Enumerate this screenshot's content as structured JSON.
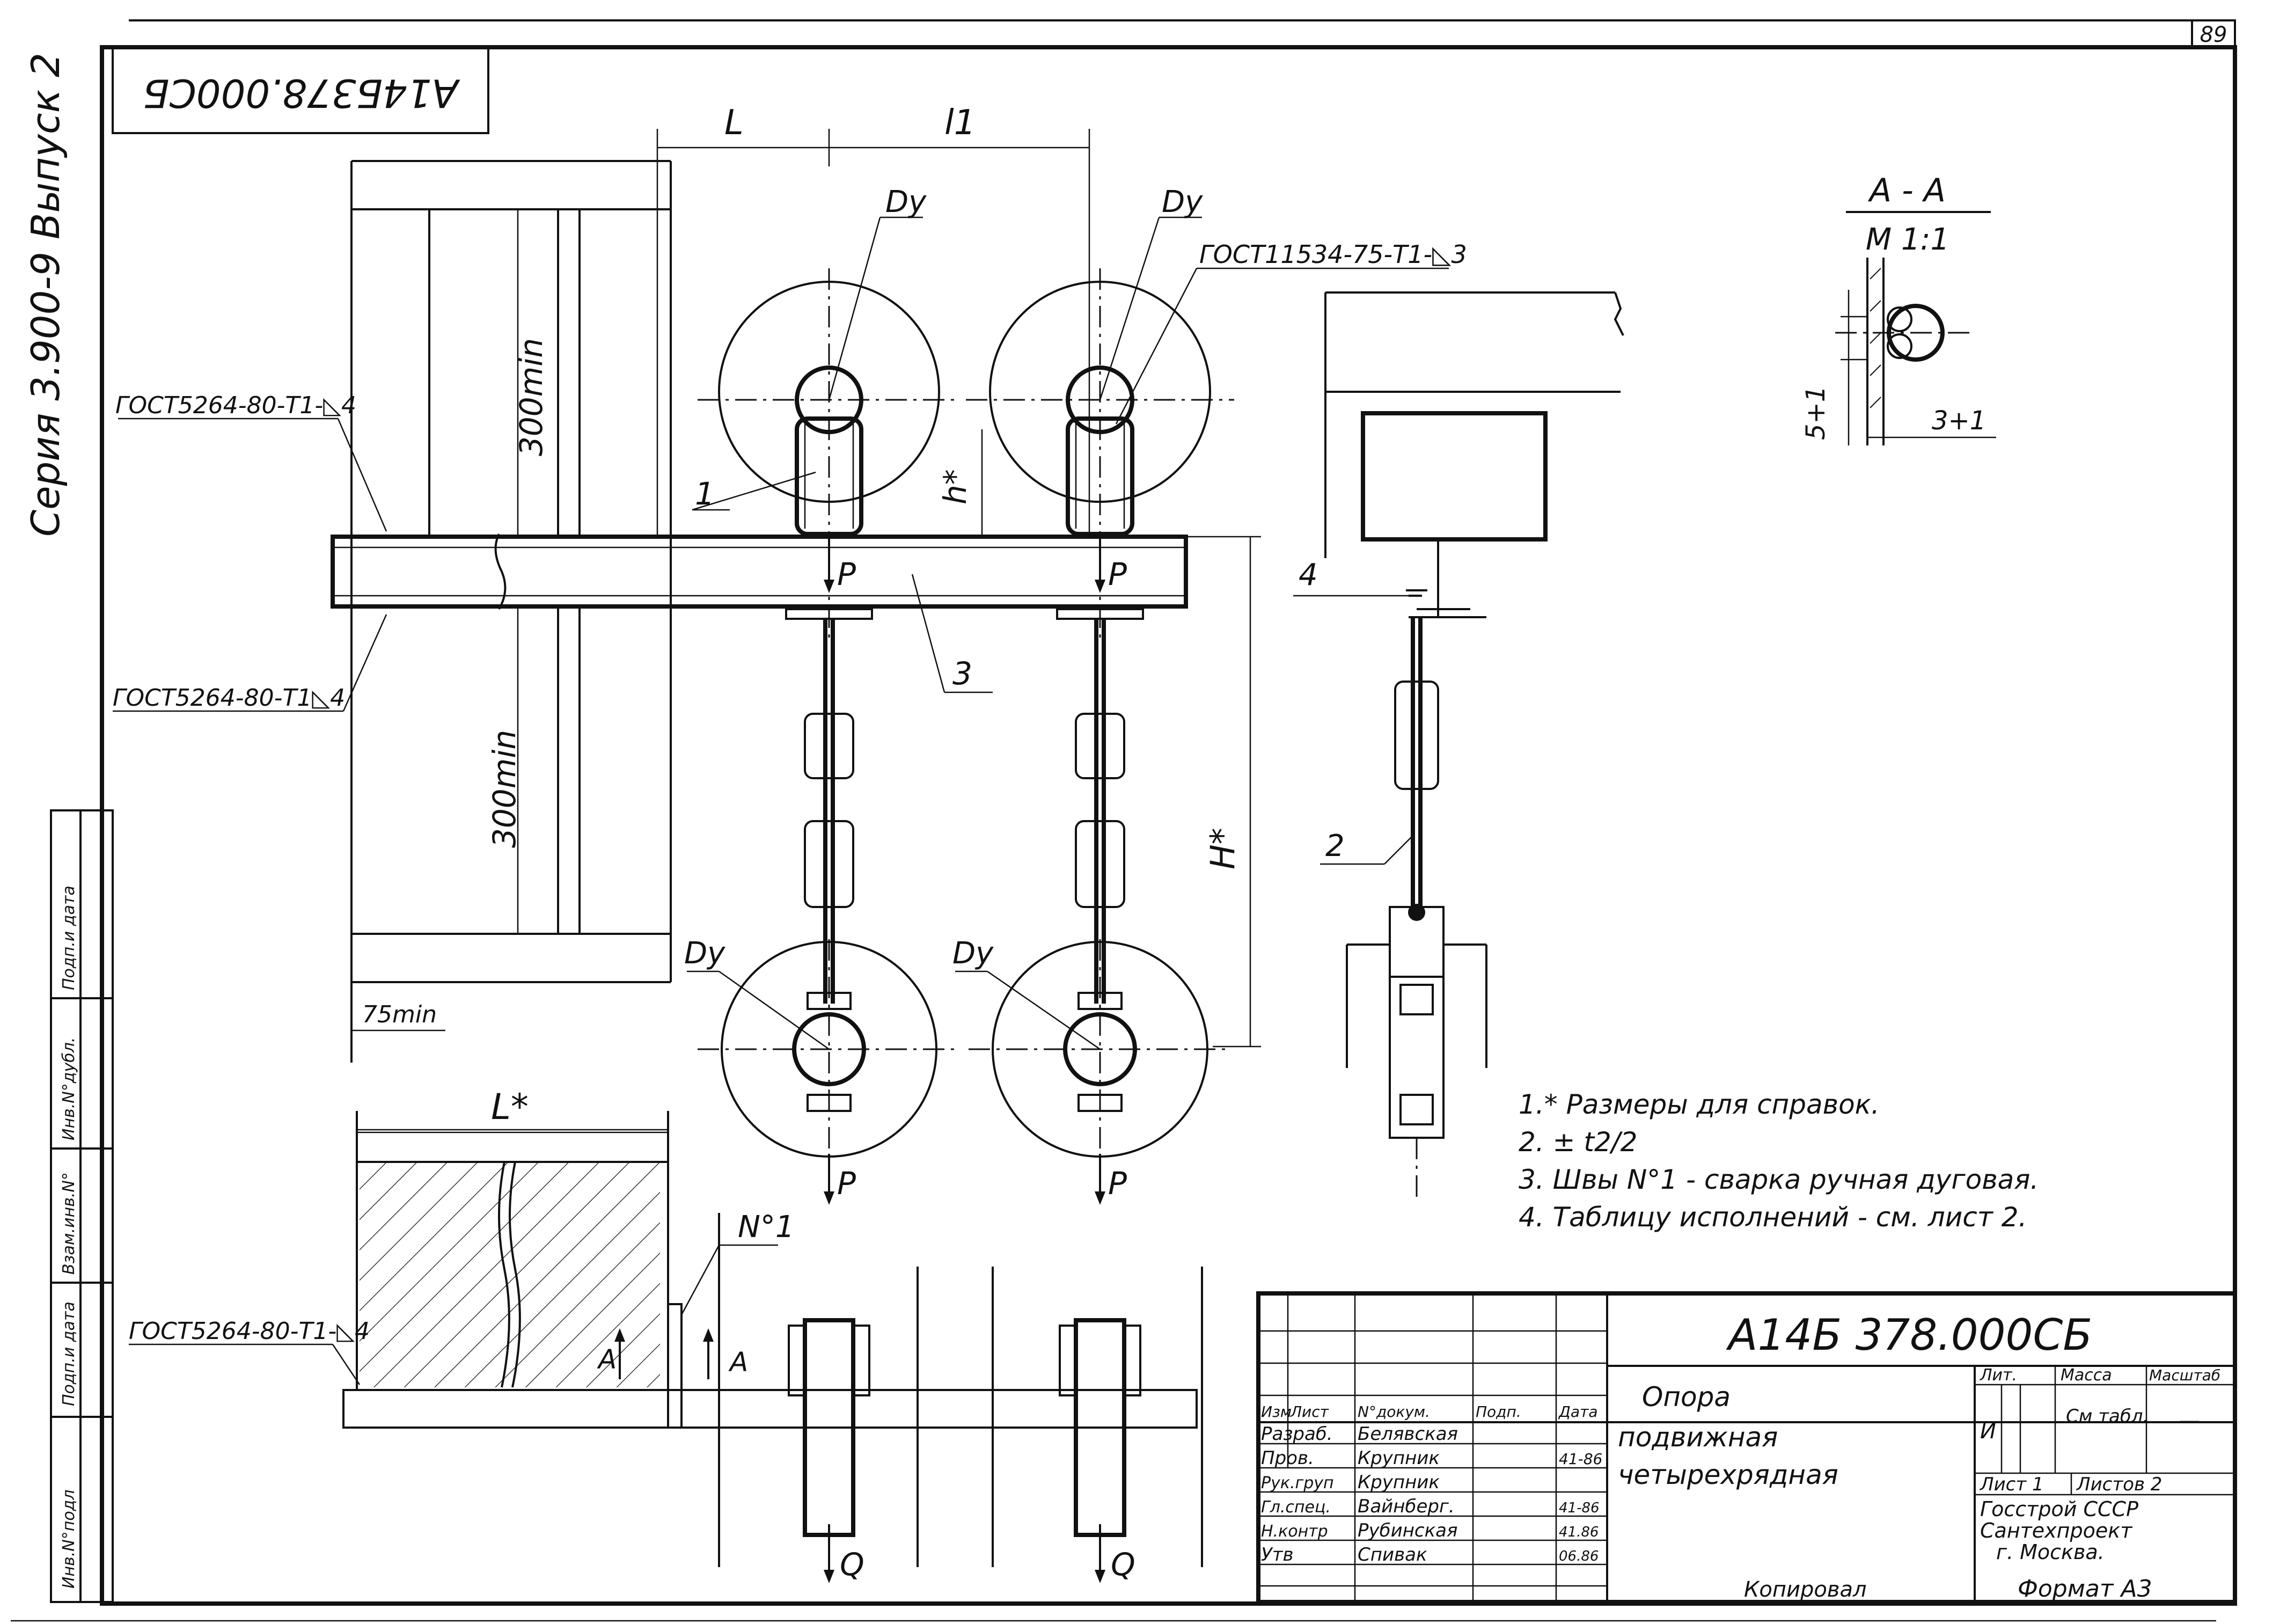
{
  "sheet": {
    "page_number": "89",
    "stamp_code": "A14Б378.000СБ",
    "series_text": "Серия 3.900-9 Выпуск 2",
    "doc_code": "А14Б 378.000СБ",
    "format": "Формат A3",
    "copied_label": "Копировал"
  },
  "labels": {
    "L": "L",
    "l1": "l1",
    "Dy": "Dy",
    "L_star": "L*",
    "H_star": "H*",
    "h_star": "h*",
    "P": "P",
    "Q": "Q",
    "A": "A",
    "n1": "N°1",
    "dim_300min": "300min",
    "dim_75min": "75min",
    "part_1": "1",
    "part_2": "2",
    "part_3": "3",
    "part_4": "4",
    "weld_1": "ГОСТ5264-80-Т1-◺4",
    "weld_2": "ГОСТ5264-80-Т1◺4",
    "weld_3": "ГОСТ5264-80-Т1-◺4",
    "weld_4": "ГОСТ11534-75-Т1-◺3",
    "section_title": "А - А",
    "section_scale": "М 1:1",
    "sec_dim1": "5+1",
    "sec_dim2": "3+1"
  },
  "notes": [
    "1.* Размеры для справок.",
    "2. ± t2/2",
    "3. Швы N°1 - сварка ручная дуговая.",
    "4. Таблицу исполнений - см. лист 2."
  ],
  "title_block": {
    "header": [
      "Изм",
      "Лист",
      "N°докум.",
      "Подп.",
      "Дата"
    ],
    "rows": [
      {
        "role": "Разраб.",
        "name": "Белявская",
        "date": ""
      },
      {
        "role": "Пров.",
        "name": "Крупник",
        "date": "41-86"
      },
      {
        "role": "Рук.груп",
        "name": "Крупник",
        "date": ""
      },
      {
        "role": "Гл.спец.",
        "name": "Вайнберг.",
        "date": "41-86"
      },
      {
        "role": "Н.контр",
        "name": "Рубинская",
        "date": "41.86"
      },
      {
        "role": "Утв",
        "name": "Спивак",
        "date": "06.86"
      }
    ],
    "name_line1": "Опора",
    "name_line2": "подвижная",
    "name_line3": "четырехрядная",
    "lit_label": "Лит.",
    "mass_label": "Масса",
    "scale_label": "Масштаб",
    "lit_value": "И",
    "mass_value": "См табл.",
    "scale_value": "—",
    "sheet_label": "Лист 1",
    "sheets_label": "Листов 2",
    "org1": "Госстрой СССР",
    "org2": "Сантехпроект",
    "org3": "г. Москва."
  },
  "side_table": [
    "Инв.N°подл",
    "Подп.и дата",
    "Взам.инв.N°",
    "Инв.N°дубл.",
    "Подп.и дата"
  ]
}
